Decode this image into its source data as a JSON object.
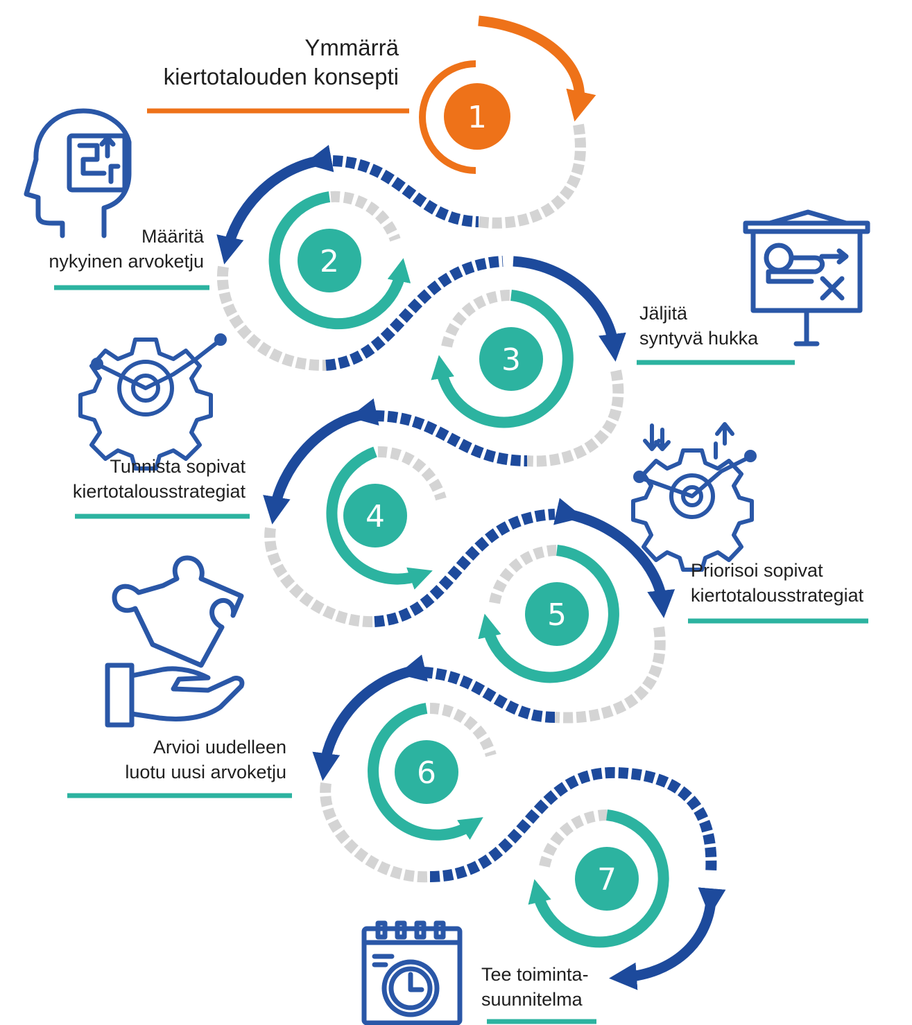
{
  "colors": {
    "orange": "#ee7219",
    "teal": "#2cb3a0",
    "navy": "#1d4a9c",
    "grey_dash": "#d4d4d4",
    "icon_blue": "#2a57a7"
  },
  "steps": [
    {
      "number": "1",
      "lines": [
        "Ymmärrä",
        "kiertotalouden konsepti"
      ]
    },
    {
      "number": "2",
      "lines": [
        "Määritä",
        "nykyinen arvoketju"
      ],
      "icon": "head-maze-icon"
    },
    {
      "number": "3",
      "lines": [
        "Jäljitä",
        "syntyvä hukka"
      ],
      "icon": "strategy-board-icon"
    },
    {
      "number": "4",
      "lines": [
        "Tunnista sopivat",
        "kiertotalousstrategiat"
      ],
      "icon": "gear-target-icon"
    },
    {
      "number": "5",
      "lines": [
        "Priorisoi sopivat",
        "kiertotalousstrategiat"
      ],
      "icon": "gear-arrows-icon"
    },
    {
      "number": "6",
      "lines": [
        "Arvioi uudelleen",
        "luotu uusi arvoketju"
      ],
      "icon": "hand-puzzle-icon"
    },
    {
      "number": "7",
      "lines": [
        "Tee toiminta-",
        "suunnitelma"
      ],
      "icon": "calendar-clock-icon"
    }
  ]
}
